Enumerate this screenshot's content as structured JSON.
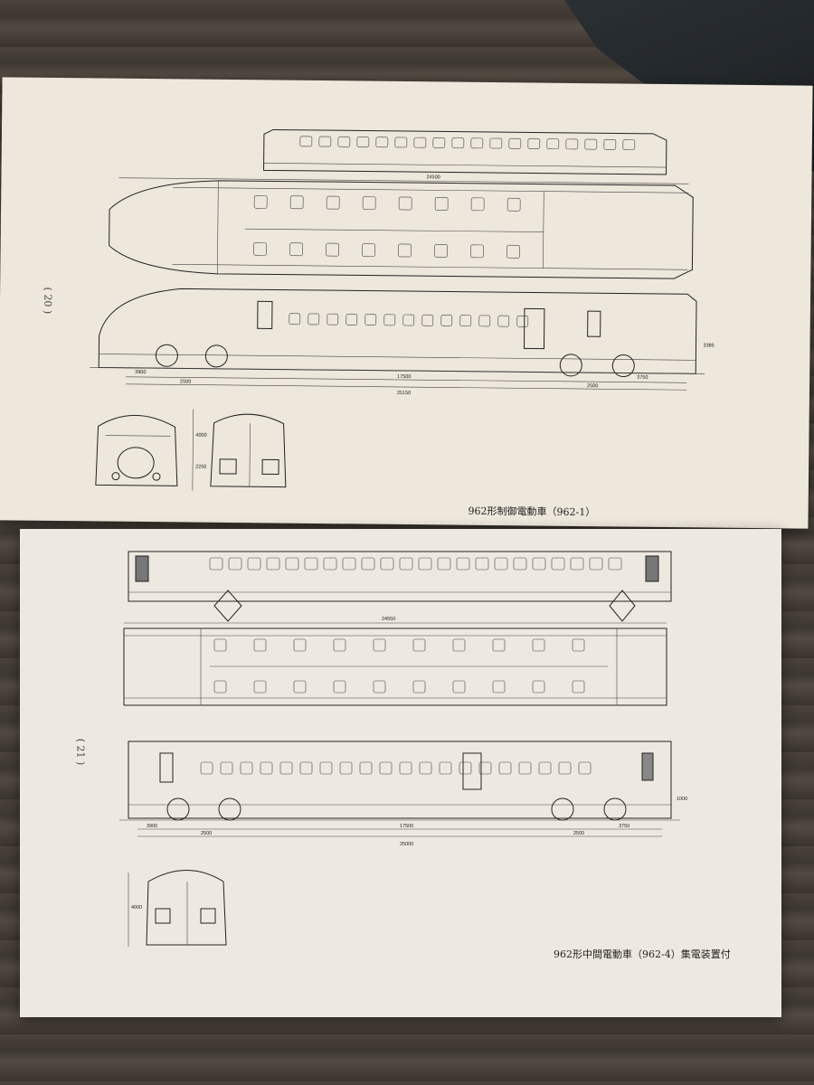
{
  "top_page": {
    "page_number": "( 20 )",
    "caption": "962形制御電動車（962-1）",
    "dims": {
      "overall": "25150",
      "bogie_center": "17500",
      "front": "3900",
      "wheelbase_front": "2500",
      "wheelbase_rear": "2500",
      "rear": "3750",
      "inner": "24500",
      "height": "3385",
      "section_w": "4000",
      "section_h": "2250"
    }
  },
  "bottom_page": {
    "page_number": "( 21 )",
    "caption": "962形中間電動車（962-4）集電装置付",
    "dims": {
      "overall": "25000",
      "bogie_center": "17500",
      "front": "3900",
      "wheelbase_front": "2500",
      "wheelbase_rear": "2500",
      "rear": "3750",
      "inner": "24550",
      "height": "1000",
      "section_h": "4000"
    }
  }
}
